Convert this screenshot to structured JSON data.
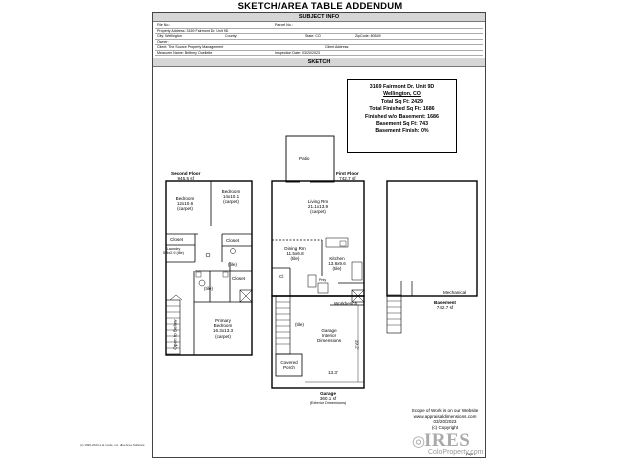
{
  "header": {
    "title": "SKETCH/AREA TABLE ADDENDUM"
  },
  "subject": {
    "bar": "SUBJECT INFO",
    "file_no": "File No.:",
    "parcel_no": "Parcel No.:",
    "property_address": "Property Address: 3169 Fairmont Dr. Unit 9D",
    "city": "City: Wellington",
    "county": "County:",
    "state": "State: CO",
    "zip": "ZipCode: 80549",
    "owner": "Owner:",
    "client": "Client: The Source Property Management",
    "client_address": "Client Address:",
    "measurer": "Measurer Name: Brittney Ouellette",
    "inspection_date": "Inspection Date: 03/20/2023"
  },
  "sketch": {
    "bar": "SKETCH"
  },
  "summary": {
    "address": "3169 Fairmont Dr. Unit 9D",
    "city": "Wellington, CO",
    "total_sqft": "Total Sq Ft:  2429",
    "total_finished": "Total Finished Sq Ft:  1686",
    "finished_wo_basement": "Finished w/o Basement:  1686",
    "basement_sqft": "Basement Sq Ft:  743",
    "basement_finish": "Basement Finish:  0%"
  },
  "second_floor": {
    "title": "Second Floor",
    "area": "945.5 sf",
    "bedroom1": [
      "Bedroom",
      "12x10.6",
      "(carpet)"
    ],
    "bedroom2": [
      "Bedroom",
      "14x10.1",
      "(carpet)"
    ],
    "closet1": "Closet",
    "closet2": "Closet",
    "closet3": "Closet",
    "laundry": [
      "Laundry",
      "5.9x2.9 (tile)"
    ],
    "tile1": "(tile)",
    "tile2": "(tile)",
    "primary": [
      "Primary",
      "Bedroom",
      "16.3x13.3",
      "(carpet)"
    ],
    "open_to_below": "Open to Below"
  },
  "first_floor": {
    "title": "First Floor",
    "area": "742.7 sf",
    "patio": "Patio",
    "living": [
      "Living Rm",
      "21.1x13.9",
      "(carpet)"
    ],
    "dining": [
      "Dining Rm",
      "11.5x6.8",
      "(tile)"
    ],
    "kitchen": [
      "Kitchen",
      "13.8x9.6",
      "(tile)"
    ],
    "cl": "Cl",
    "pnty": "Pnty",
    "workbench": "Workbench",
    "tile": "(tile)",
    "garage_interior": [
      "Garage",
      "Interior",
      "Dimensions"
    ],
    "dim_vertical": "19.2'",
    "dim_horizontal": "13.3'",
    "porch": [
      "Covered",
      "Porch"
    ],
    "garage_caption": [
      "Garage",
      "360.1 sf",
      "(Exterior Dimensions)"
    ]
  },
  "basement": {
    "mechanical": "Mechanical",
    "title": "Basement",
    "area": "742.7 sf"
  },
  "footer": {
    "line1": "Scope of Work is on our Website",
    "line2": "www.appraisaldimensions.com",
    "line3": "03/20/2023",
    "line4": "(c) Copyright",
    "copyright": "(c) 1990-2023 a la mode, inc. dba Area Software",
    "logo": "IRES",
    "logo_site": "ColoProperty.com",
    "page": "Page 1"
  }
}
